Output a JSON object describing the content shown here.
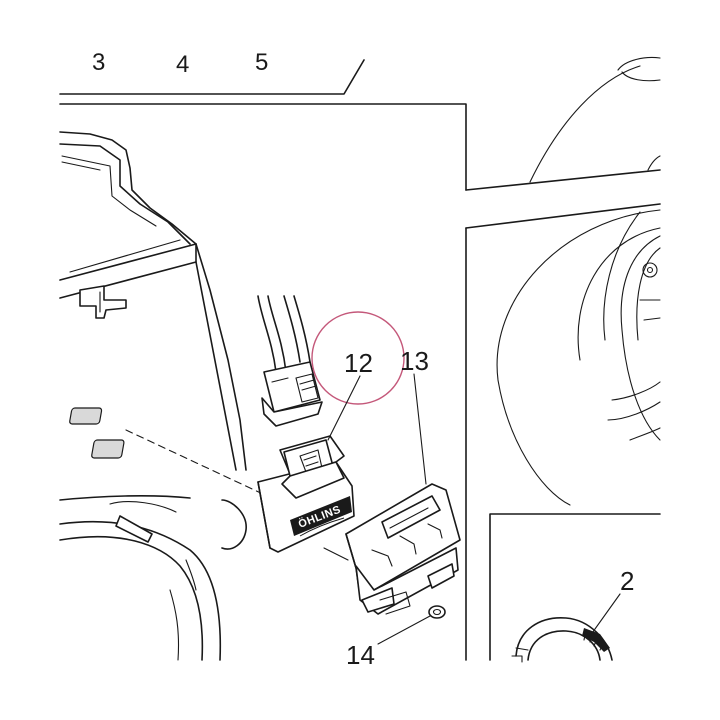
{
  "callouts": {
    "top_3": "3",
    "top_4": "4",
    "top_5": "5",
    "c12": "12",
    "c13": "13",
    "c14": "14",
    "c2": "2"
  },
  "logo": {
    "brand": "ÖHLINS"
  },
  "colors": {
    "line": "#1a1a1a",
    "highlight": "#c4587a",
    "background": "#ffffff"
  }
}
